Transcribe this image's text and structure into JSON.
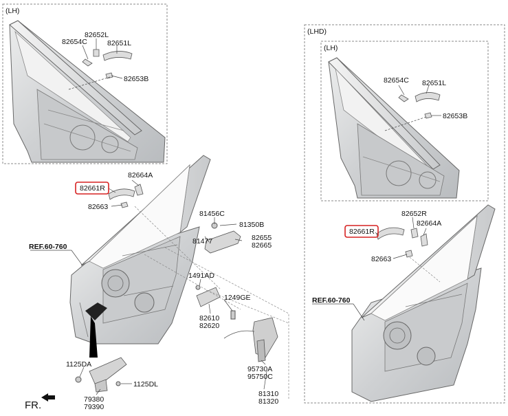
{
  "boxes": {
    "lh_top": {
      "title": "(LH)"
    },
    "lhd": {
      "title": "(LHD)",
      "inner_title": "(LH)"
    }
  },
  "labels": {
    "top_82652L": "82652L",
    "top_82654C": "82654C",
    "top_82651L": "82651L",
    "top_82653B": "82653B",
    "main_82664A": "82664A",
    "main_82661R": "82661R",
    "main_82663": "82663",
    "main_81456C": "81456C",
    "main_81350B": "81350B",
    "main_81477": "81477",
    "main_82655": "82655",
    "main_82665": "82665",
    "main_1491AD": "1491AD",
    "main_1249GE": "1249GE",
    "main_82610": "82610",
    "main_82620": "82620",
    "main_95730A": "95730A",
    "main_95750C": "95750C",
    "main_81310": "81310",
    "main_81320": "81320",
    "main_1125DA": "1125DA",
    "main_1125DL": "1125DL",
    "main_79380": "79380",
    "main_79390": "79390",
    "main_ref": "REF.60-760",
    "fr": "FR.",
    "lhd_82654C": "82654C",
    "lhd_82651L": "82651L",
    "lhd_82653B": "82653B",
    "lhd_82652R": "82652R",
    "lhd_82661R": "82661R",
    "lhd_82664A": "82664A",
    "lhd_82663": "82663",
    "lhd_ref": "REF.60-760"
  },
  "colors": {
    "highlight": "#d62020",
    "door_fill": "#d9dadc",
    "door_stroke": "#6a6c70",
    "frame_dash": "#8a8a8a"
  }
}
